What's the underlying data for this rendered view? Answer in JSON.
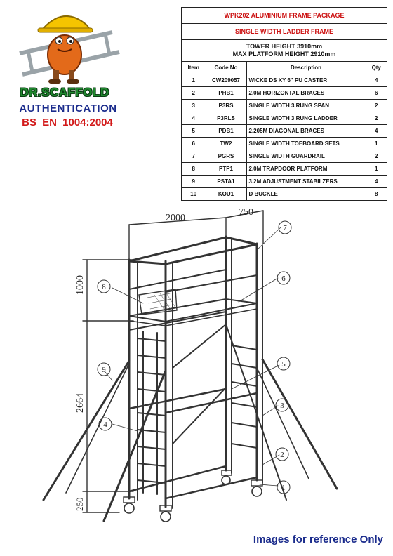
{
  "brand": {
    "name": "DR.SCAFFOLD",
    "authentication": "AUTHENTICATION",
    "standard": "BS EN 1004:2004"
  },
  "package": {
    "title": "WPK202 ALUMINIUM FRAME PACKAGE",
    "subtitle": "SINGLE WIDTH LADDER FRAME",
    "tower_height": "TOWER HEIGHT 3910mm",
    "max_platform_height": "MAX PLATFORM HEIGHT 2910mm",
    "columns": [
      "Item",
      "Code No",
      "Description",
      "Qty"
    ],
    "rows": [
      {
        "item": "1",
        "code": "CW209057",
        "desc": "WICKE DS XY 6\" PU CASTER",
        "qty": "4"
      },
      {
        "item": "2",
        "code": "PHB1",
        "desc": "2.0M HORIZONTAL BRACES",
        "qty": "6"
      },
      {
        "item": "3",
        "code": "P3RS",
        "desc": "SINGLE WIDTH 3 RUNG SPAN",
        "qty": "2"
      },
      {
        "item": "4",
        "code": "P3RLS",
        "desc": "SINGLE WIDTH 3 RUNG LADDER",
        "qty": "2"
      },
      {
        "item": "5",
        "code": "PDB1",
        "desc": "2.205M DIAGONAL BRACES",
        "qty": "4"
      },
      {
        "item": "6",
        "code": "TW2",
        "desc": "SINGLE WIDTH TOEBOARD SETS",
        "qty": "1"
      },
      {
        "item": "7",
        "code": "PGRS",
        "desc": "SINGLE WIDTH GUARDRAIL",
        "qty": "2"
      },
      {
        "item": "8",
        "code": "PTP1",
        "desc": "2.0M TRAPDOOR PLATFORM",
        "qty": "1"
      },
      {
        "item": "9",
        "code": "PSTA1",
        "desc": "3.2M ADJUSTMENT STABILZERS",
        "qty": "4"
      },
      {
        "item": "10",
        "code": "KOU1",
        "desc": "D BUCKLE",
        "qty": "8"
      }
    ]
  },
  "drawing": {
    "dim_length": "2000",
    "dim_width": "750",
    "dim_guard": "1000",
    "dim_platform": "2664",
    "dim_base": "250",
    "callouts": [
      "1",
      "2",
      "3",
      "4",
      "5",
      "6",
      "7",
      "8",
      "9"
    ]
  },
  "footer": "Images for reference Only",
  "colors": {
    "title_red": "#cc1111",
    "brand_green": "#1f8a2e",
    "auth_blue": "#1a2b8c",
    "standard_red": "#d21919"
  }
}
